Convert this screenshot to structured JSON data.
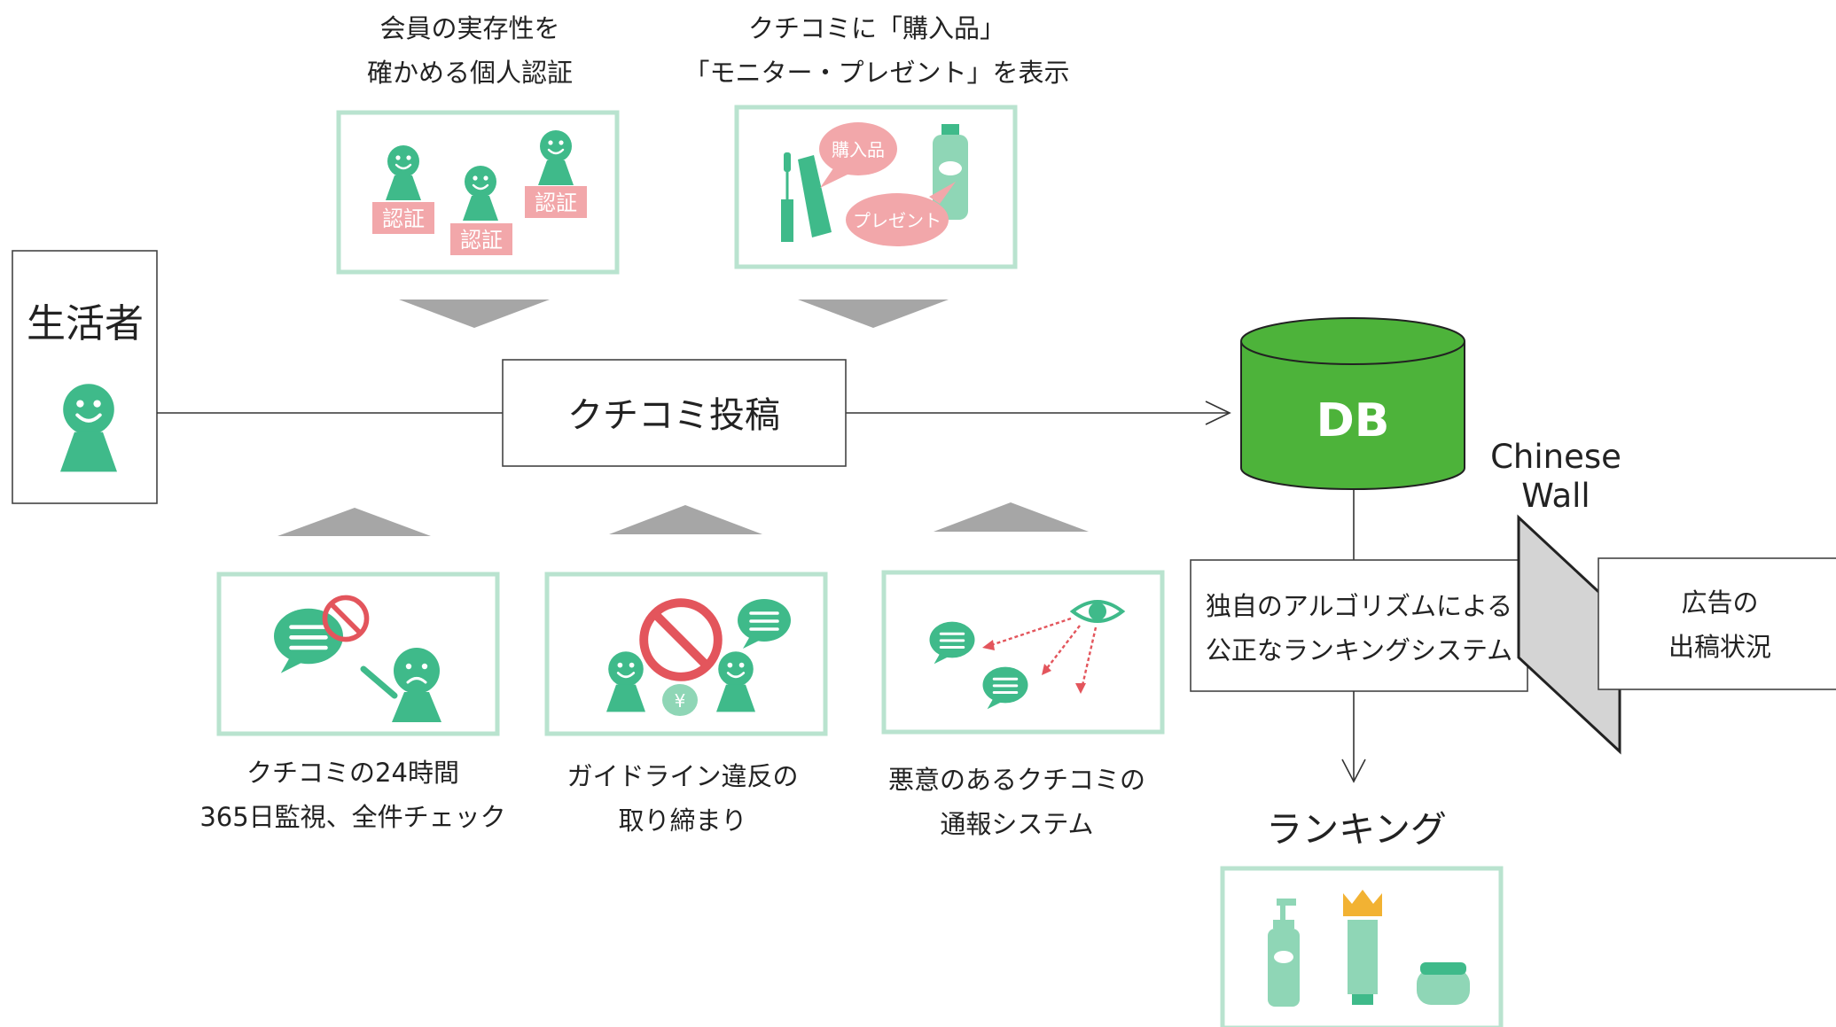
{
  "actor": {
    "label": "生活者"
  },
  "post": {
    "label": "クチコミ投稿"
  },
  "db": {
    "label": "DB",
    "color": "#4db33a"
  },
  "algorithm": {
    "line1": "独自のアルゴリズムによる",
    "line2": "公正なランキングシステム"
  },
  "wall": {
    "line1": "Chinese",
    "line2": "Wall"
  },
  "ads": {
    "line1": "広告の",
    "line2": "出稿状況"
  },
  "ranking": {
    "label": "ランキング"
  },
  "top_features": [
    {
      "line1": "会員の実存性を",
      "line2": "確かめる個人認証"
    },
    {
      "line1": "クチコミに「購入品」",
      "line2": "「モニター・プレゼント」を表示"
    }
  ],
  "bottom_features": [
    {
      "line1": "クチコミの24時間",
      "line2": "365日監視、全件チェック"
    },
    {
      "line1": "ガイドライン違反の",
      "line2": "取り締まり"
    },
    {
      "line1": "悪意のあるクチコミの",
      "line2": "通報システム"
    }
  ],
  "badges": {
    "auth": "認証",
    "purchased": "購入品",
    "present": "プレゼント"
  },
  "colors": {
    "green": "#3fba8a",
    "pink": "#f0a0a4",
    "panel_border": "#b9e3cf",
    "arrow_gray": "#a6a6a6",
    "wall_gray": "#d4d4d4"
  }
}
